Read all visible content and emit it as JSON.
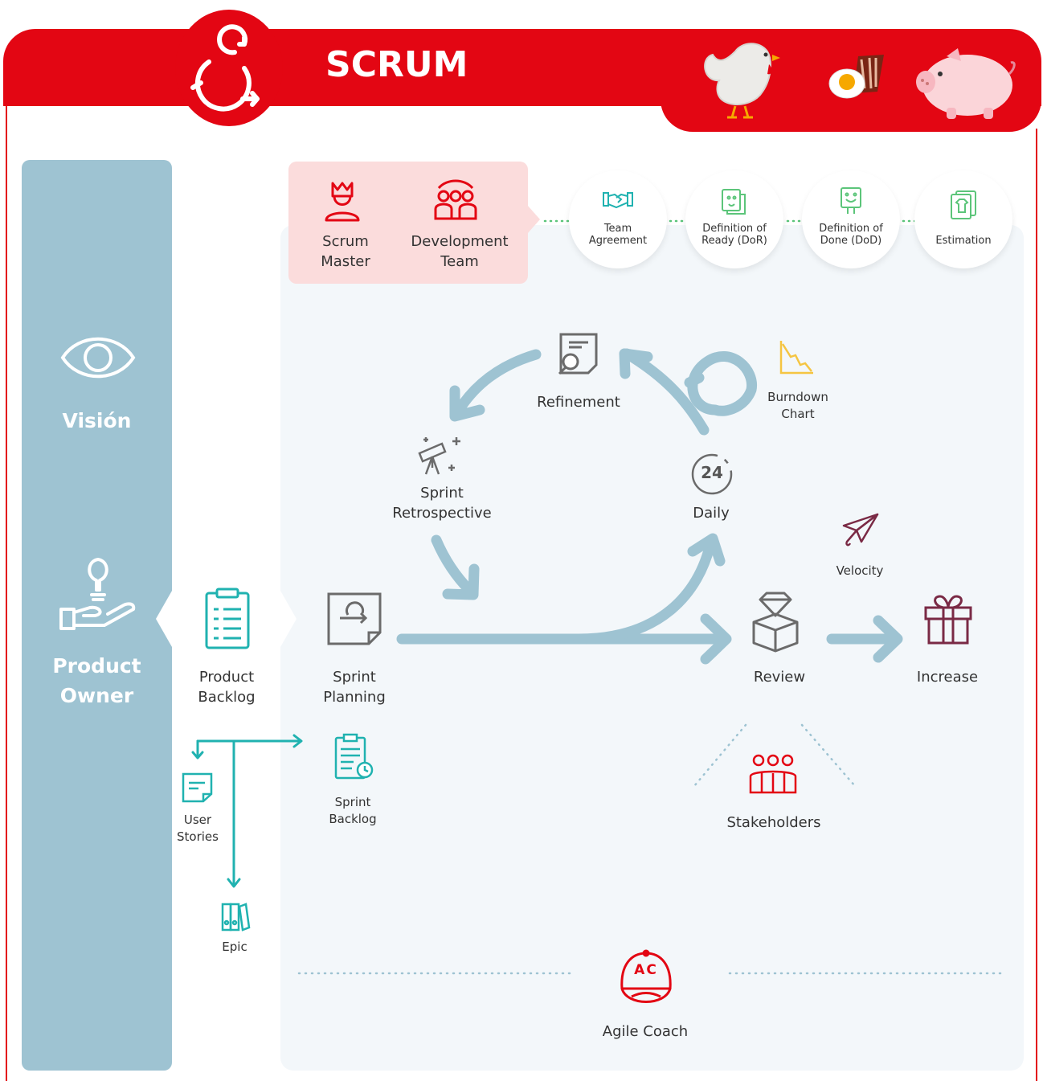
{
  "header": {
    "title": "SCRUM"
  },
  "roles": {
    "scrum_master": "Scrum\nMaster",
    "dev_team": "Development\nTeam"
  },
  "artifacts": {
    "team_agreement": "Team\nAgreement",
    "dor": "Definition of\nReady (DoR)",
    "dod": "Definition of\nDone (DoD)",
    "estimation": "Estimation"
  },
  "po_column": {
    "vision": "Visión",
    "product_owner": "Product\nOwner"
  },
  "flow": {
    "product_backlog": "Product\nBacklog",
    "sprint_planning": "Sprint\nPlanning",
    "refinement": "Refinement",
    "retrospective": "Sprint\nRetrospective",
    "daily": "Daily",
    "daily_number": "24",
    "burndown": "Burndown\nChart",
    "velocity": "Velocity",
    "review": "Review",
    "increase": "Increase",
    "stakeholders": "Stakeholders",
    "sprint_backlog": "Sprint\nBacklog",
    "user_stories": "User\nStories",
    "epic": "Epic",
    "agile_coach": "Agile Coach",
    "agile_coach_initials": "AC"
  },
  "colors": {
    "brand_red": "#e30613",
    "po_blue": "#9ec3d2",
    "arrow_blue": "#9ec3d2",
    "teal": "#20b2b0",
    "gray_icon": "#6b6b6b",
    "roles_pink": "#fbdcdc",
    "dot_green": "#5cc57a",
    "burndown_yellow": "#f5c542",
    "maroon": "#7a2a45"
  },
  "icons": [
    "cycle-icon",
    "chicken-icon",
    "egg-bacon-icon",
    "pig-icon",
    "crown-person-icon",
    "team-icon",
    "handshake-icon",
    "dor-card-icon",
    "dod-card-icon",
    "estimation-card-icon",
    "eye-icon",
    "lightbulb-hand-icon",
    "clipboard-icon",
    "sprint-planning-icon",
    "refinement-icon",
    "telescope-icon",
    "clock-24-icon",
    "burndown-icon",
    "paper-plane-icon",
    "gem-box-icon",
    "gift-icon",
    "stakeholders-icon",
    "sprint-backlog-icon",
    "sticky-note-icon",
    "binders-icon",
    "cap-icon"
  ]
}
